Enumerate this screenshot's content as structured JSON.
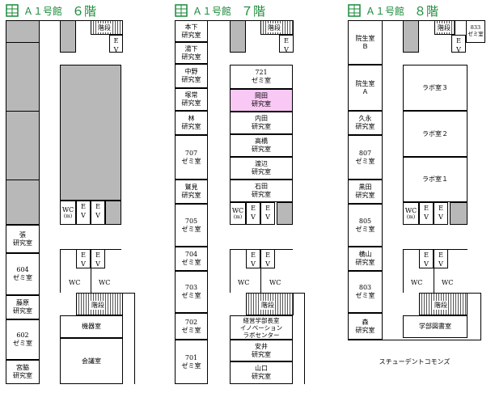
{
  "colors": {
    "title": "#1a8a3a",
    "grey": "#b8b8b8",
    "highlight": "#f9c8f4"
  },
  "icons": {
    "floor_plan": "building-grid-icon"
  },
  "common": {
    "stairs": "階段",
    "e": "E",
    "v": "V",
    "wc": "WC",
    "wc_sub": "(m)"
  },
  "floor6": {
    "building": "Ａ１号館",
    "floor": "６階",
    "zhang": "張\n研究室",
    "room604": "604\nゼミ室",
    "fujiwara": "藤原\n研究室",
    "room602": "602\nゼミ室",
    "miyawaki": "宮脇\n研究室",
    "kikaku": "機器室",
    "kaigi": "会議室"
  },
  "floor7": {
    "building": "Ａ１号館",
    "floor": "７階",
    "motoshita": "本下\n研究室",
    "yushita": "湯下\n研究室",
    "nakano": "中野\n研究室",
    "tsukatsune": "塚常\n研究室",
    "hayashi": "林\n研究室",
    "room707": "707\nゼミ室",
    "washimi": "鷲見\n研究室",
    "room705": "705\nゼミ室",
    "room704": "704\nゼミ室",
    "room703": "703\nゼミ室",
    "room702": "702\nゼミ室",
    "room701": "701\nゼミ室",
    "room721": "721\nゼミ室",
    "okada": "岡田\n研究室",
    "uchida": "内田\n研究室",
    "takahashi": "高橋\n研究室",
    "watanabe": "渡辺\n研究室",
    "ishida": "石田\n研究室",
    "keiei": "経営学部長室\nイノベーション\nラボセンター",
    "yasui": "安井\n研究室",
    "yamaguchi": "山口\n研究室"
  },
  "floor8": {
    "building": "Ａ１号館",
    "floor": "８階",
    "insei_b": "院生室\nＢ",
    "insei_a": "院生室\nＡ",
    "kunaga": "久永\n研究室",
    "room807": "807\nゼミ室",
    "kuroda": "黒田\n研究室",
    "room805": "805\nゼミ室",
    "yokoyama": "横山\n研究室",
    "room803": "803\nゼミ室",
    "mori": "森\n研究室",
    "room833": "833\nゼミ室",
    "lab3": "ラボ室３",
    "lab2": "ラボ室２",
    "lab1": "ラボ室１",
    "library": "学部図書室",
    "commons": "スチューデントコモンズ"
  }
}
